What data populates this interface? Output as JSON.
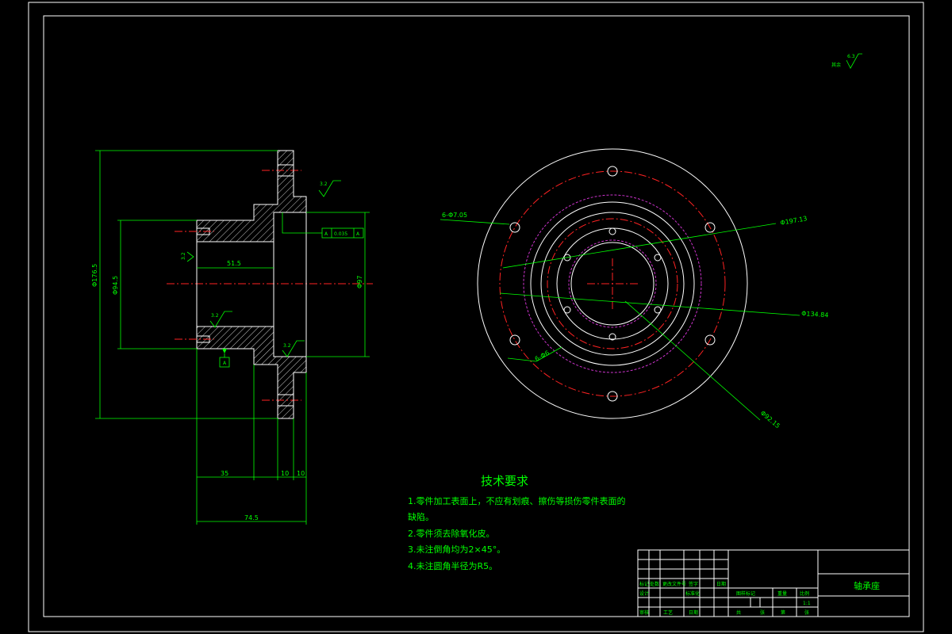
{
  "side_view": {
    "dims": {
      "outer_dia": "Φ176.5",
      "bore_dia": "Φ94.5",
      "flange_dia": "Φ97",
      "hub_len": "51.5",
      "step_len": "35",
      "flange_w1": "10",
      "flange_w2": "10",
      "total_len": "74.5"
    },
    "roughness": [
      "3.2",
      "3.2",
      "3.2",
      "3.2"
    ],
    "tolerance": {
      "ref": "A",
      "value": "0.035",
      "datum": "A"
    },
    "datum_label": "A"
  },
  "front_view": {
    "labels": {
      "holes_6": "6-Φ7.05",
      "holes_small": "6-Φ6",
      "dia_a": "Φ197.13",
      "dia_b": "Φ134.84",
      "dia_c": "Φ92.15"
    }
  },
  "corner_roughness": {
    "label": "其余",
    "value": "6.3"
  },
  "tech_req": {
    "title": "技术要求",
    "lines": [
      "1.零件加工表面上，不应有划痕、擦伤等损伤零件表面的",
      "缺陷。",
      "2.零件须去除氧化皮。",
      "3.未注倒角均为2×45°。",
      "4.未注圆角半径为R5。"
    ]
  },
  "title_block": {
    "part_name": "轴承座",
    "cells": [
      "标记",
      "处数",
      "更改文件号",
      "签字",
      "日期",
      "设计",
      "标准化",
      "图样标记",
      "重量",
      "比例",
      "共",
      "张",
      "第",
      "张",
      "1:1",
      "审核",
      "工艺",
      "日期"
    ]
  }
}
